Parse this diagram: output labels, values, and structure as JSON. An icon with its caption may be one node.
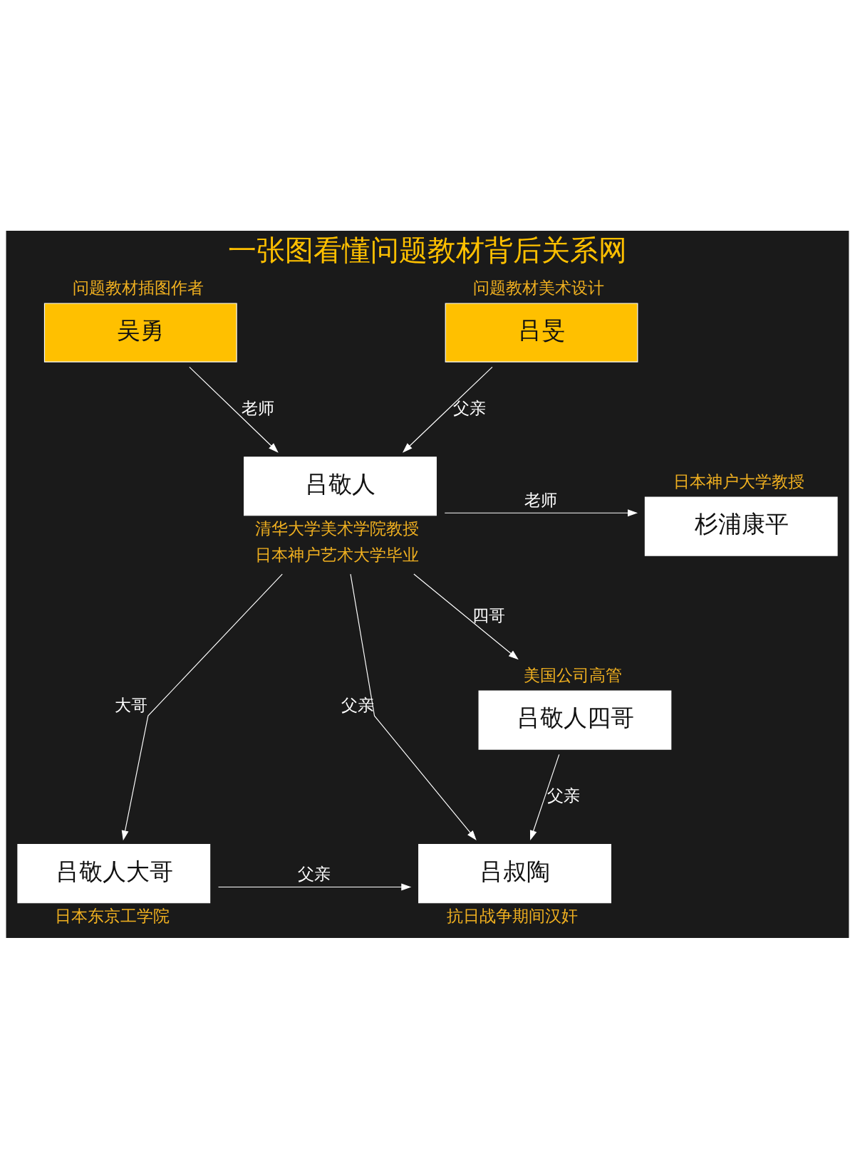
{
  "diagram": {
    "title": "一张图看懂问题教材背后关系网",
    "nodes": [
      {
        "text": [
          "吴勇"
        ],
        "beside": [
          "问题教材插图作者"
        ]
      },
      {
        "text": [
          "吕旻"
        ],
        "beside": [
          "问题教材美术设计"
        ]
      },
      {
        "text": [
          "吕敬人"
        ],
        "beside": [
          "清华大学美术学院教授",
          "日本神户艺术大学毕业"
        ]
      },
      {
        "text": [
          "杉浦康平"
        ],
        "beside": [
          "日本神户大学教授"
        ]
      },
      {
        "text": [
          "吕敬人四哥"
        ],
        "beside": [
          "美国公司高管"
        ]
      },
      {
        "text": [
          "吕敬人大哥"
        ],
        "beside": [
          "日本东京工学院"
        ]
      },
      {
        "text": [
          "吕叔陶"
        ],
        "beside": [
          "抗日战争期间汉奸"
        ]
      }
    ],
    "edges": [
      {
        "from": 0,
        "to": 2,
        "arrow": "to",
        "label": "老师"
      },
      {
        "from": 1,
        "to": 2,
        "arrow": "to",
        "label": "父亲"
      },
      {
        "from": 2,
        "to": 3,
        "arrow": "to",
        "label": "老师"
      },
      {
        "from": 2,
        "to": 4,
        "arrow": "to",
        "label": "四哥"
      },
      {
        "from": 2,
        "to": 5,
        "arrow": "to",
        "label": "大哥"
      },
      {
        "from": 2,
        "to": 6,
        "arrow": "to",
        "label": "父亲"
      },
      {
        "from": 4,
        "to": 6,
        "arrow": "to",
        "label": "父亲"
      },
      {
        "from": 5,
        "to": 6,
        "arrow": "to",
        "label": "父亲"
      }
    ]
  }
}
